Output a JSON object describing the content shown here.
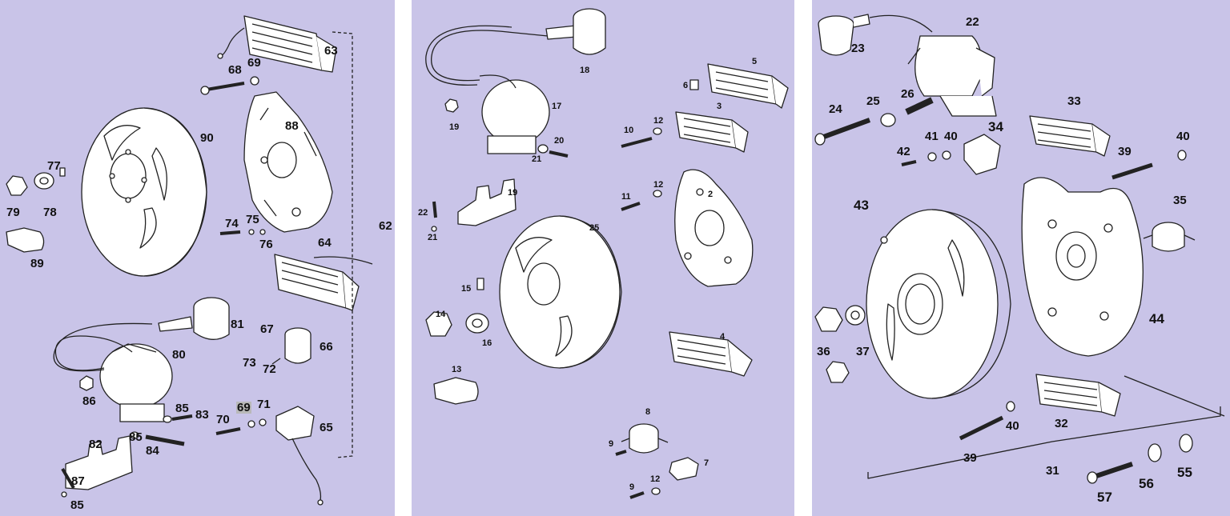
{
  "colors": {
    "panel_background": "#c9c4e8",
    "page_background": "#ffffff",
    "line": "#222222",
    "part_fill": "#ffffff"
  },
  "panels": [
    {
      "labels": {
        "p62": "62",
        "p63": "63",
        "p64": "64",
        "p65": "65",
        "p66": "66",
        "p67": "67",
        "p68": "68",
        "p69a": "69",
        "p69b": "69",
        "p70": "70",
        "p71": "71",
        "p72": "72",
        "p73": "73",
        "p74": "74",
        "p75": "75",
        "p76": "76",
        "p77": "77",
        "p78": "78",
        "p79": "79",
        "p80": "80",
        "p81": "81",
        "p82": "82",
        "p83": "83",
        "p84": "84",
        "p85a": "85",
        "p85b": "85",
        "p85c": "85",
        "p86": "86",
        "p87": "87",
        "p88": "88",
        "p89": "89",
        "p90": "90"
      }
    },
    {
      "labels": {
        "p2": "2",
        "p3": "3",
        "p4": "4",
        "p5": "5",
        "p6": "6",
        "p7": "7",
        "p8": "8",
        "p9a": "9",
        "p9b": "9",
        "p10": "10",
        "p11": "11",
        "p12a": "12",
        "p12b": "12",
        "p12c": "12",
        "p13": "13",
        "p14": "14",
        "p15": "15",
        "p16": "16",
        "p17": "17",
        "p18": "18",
        "p19a": "19",
        "p19b": "19",
        "p20": "20",
        "p21a": "21",
        "p21b": "21",
        "p22": "22",
        "p25": "25"
      }
    },
    {
      "labels": {
        "p22": "22",
        "p23": "23",
        "p24": "24",
        "p25": "25",
        "p26": "26",
        "p31": "31",
        "p32": "32",
        "p33": "33",
        "p34": "34",
        "p35": "35",
        "p36": "36",
        "p37": "37",
        "p39a": "39",
        "p39b": "39",
        "p40a": "40",
        "p40b": "40",
        "p40c": "40",
        "p41": "41",
        "p42": "42",
        "p43": "43",
        "p44": "44",
        "p55": "55",
        "p56": "56",
        "p57": "57"
      }
    }
  ]
}
